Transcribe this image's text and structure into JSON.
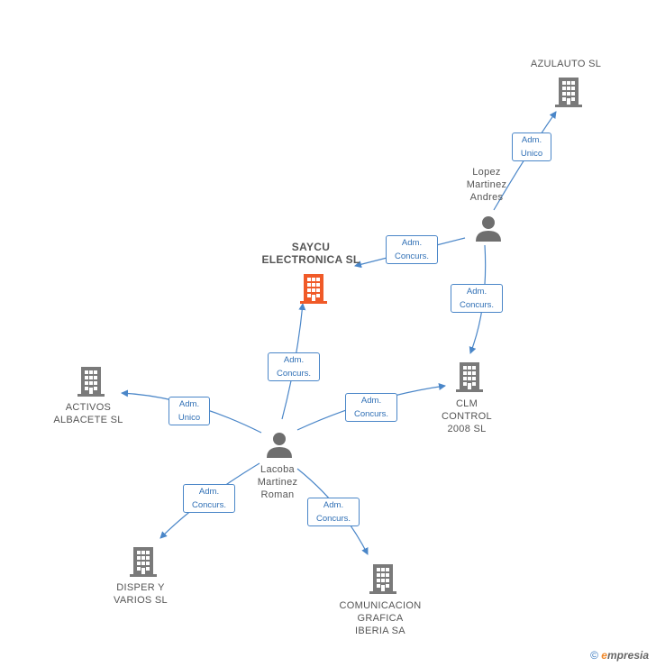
{
  "nodes": {
    "azulauto": {
      "label": "AZULAUTO  SL",
      "type": "company"
    },
    "lopez": {
      "label": "Lopez\nMartinez\nAndres",
      "type": "person"
    },
    "saycu": {
      "label": "SAYCU\nELECTRONICA SL",
      "type": "company-main"
    },
    "clm": {
      "label": "CLM\nCONTROL\n2008 SL",
      "type": "company"
    },
    "activos": {
      "label": "ACTIVOS\nALBACETE SL",
      "type": "company"
    },
    "lacoba": {
      "label": "Lacoba\nMartinez\nRoman",
      "type": "person"
    },
    "disper": {
      "label": "DISPER Y\nVARIOS SL",
      "type": "company"
    },
    "comunicacion": {
      "label": "COMUNICACION\nGRAFICA\nIBERIA SA",
      "type": "company"
    }
  },
  "edges": {
    "lopez_azulauto": "Adm.\nUnico",
    "lopez_saycu": "Adm.\nConcurs.",
    "lopez_clm": "Adm.\nConcurs.",
    "lacoba_saycu": "Adm.\nConcurs.",
    "lacoba_clm": "Adm.\nConcurs.",
    "lacoba_activos": "Adm.\nUnico",
    "lacoba_disper": "Adm.\nConcurs.",
    "lacoba_comunicacion": "Adm.\nConcurs."
  },
  "brand": {
    "copyright": "©",
    "e": "e",
    "rest": "mpresia"
  },
  "colors": {
    "edge": "#4a86c8",
    "company": "#7a7a7a",
    "main_company": "#f05a28",
    "person": "#6e6e6e"
  },
  "icons": {
    "company": "building-icon",
    "main_company": "building-icon",
    "person": "person-icon"
  }
}
